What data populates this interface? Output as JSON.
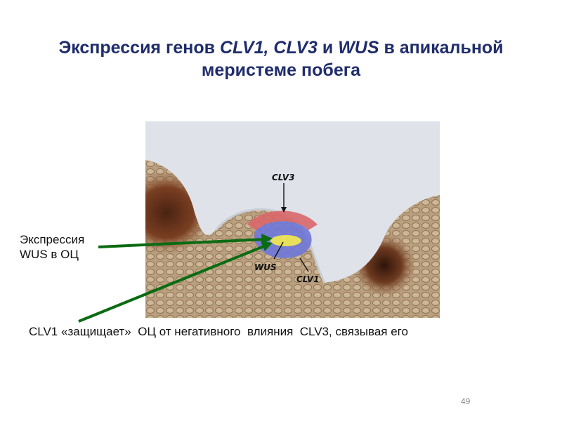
{
  "slide": {
    "title_part1": "Экспрессия генов ",
    "title_gene1": "CLV1, CLV3",
    "title_and": " и ",
    "title_gene2": "WUS",
    "title_part2": " в апикальной меристеме побега",
    "page_number": "49"
  },
  "image": {
    "labels": {
      "clv3": "CLV3",
      "wus": "WUS",
      "clv1": "CLV1"
    },
    "colors": {
      "clv3_zone": "#d9676a",
      "clv1_zone": "#7078d8",
      "wus_zone": "#e8e05a",
      "arrow": "#0b6b12"
    }
  },
  "annotations": {
    "wus_line1": "Экспрессия",
    "wus_line2": "WUS в ОЦ",
    "clv1_text": "CLV1 «защищает»  ОЦ от негативного  влияния  CLV3, связывая его"
  }
}
